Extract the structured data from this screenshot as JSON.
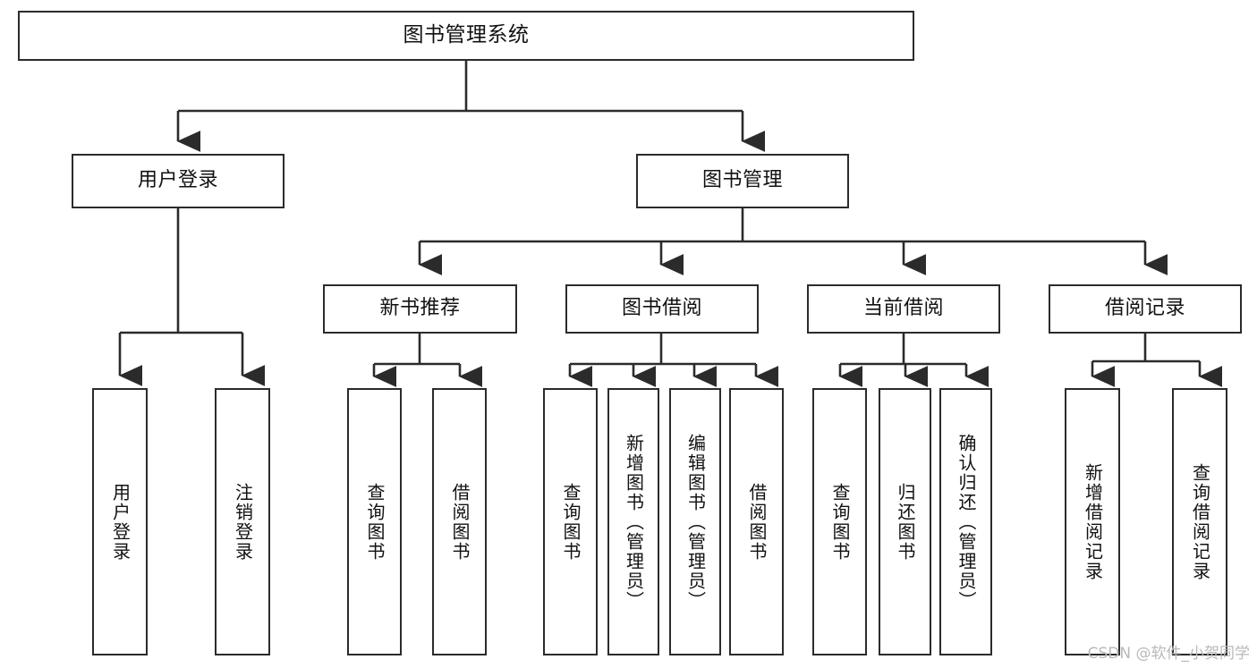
{
  "diagram": {
    "title": "图书管理系统",
    "type": "tree-hierarchy-diagram",
    "watermark": "CSDN @软件_小贺同学",
    "colors": {
      "box_border": "#2b2b2b",
      "box_fill": "#ffffff",
      "connector": "#2b2b2b",
      "text": "#111111",
      "watermark": "#b9b9b9",
      "background": "#ffffff"
    },
    "root": {
      "label": "图书管理系统"
    },
    "level2": [
      {
        "label": "用户登录"
      },
      {
        "label": "图书管理"
      }
    ],
    "level3": [
      {
        "label": "新书推荐"
      },
      {
        "label": "图书借阅"
      },
      {
        "label": "当前借阅"
      },
      {
        "label": "借阅记录"
      }
    ],
    "leaves": {
      "user_login": [
        {
          "label": "用户登录"
        },
        {
          "label": "注销登录"
        }
      ],
      "new_book_recommend": [
        {
          "label": "查询图书"
        },
        {
          "label": "借阅图书"
        }
      ],
      "book_borrow": [
        {
          "label": "查询图书"
        },
        {
          "label": "新增图书（管理员）"
        },
        {
          "label": "编辑图书（管理员）"
        },
        {
          "label": "借阅图书"
        }
      ],
      "current_borrow": [
        {
          "label": "查询图书"
        },
        {
          "label": "归还图书"
        },
        {
          "label": "确认归还（管理员）"
        }
      ],
      "borrow_record": [
        {
          "label": "新增借阅记录"
        },
        {
          "label": "查询借阅记录"
        }
      ]
    }
  }
}
